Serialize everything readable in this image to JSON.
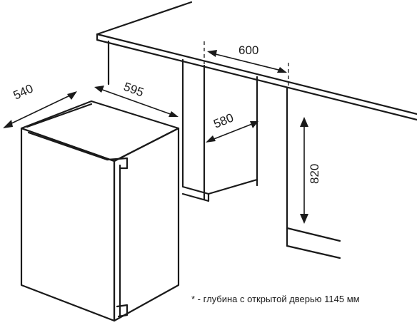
{
  "dimensions": {
    "fridge_depth": "540",
    "fridge_width": "595",
    "niche_width": "600",
    "niche_depth": "580",
    "niche_height": "820"
  },
  "note": "* - глубина с открытой дверью 1145 мм"
}
